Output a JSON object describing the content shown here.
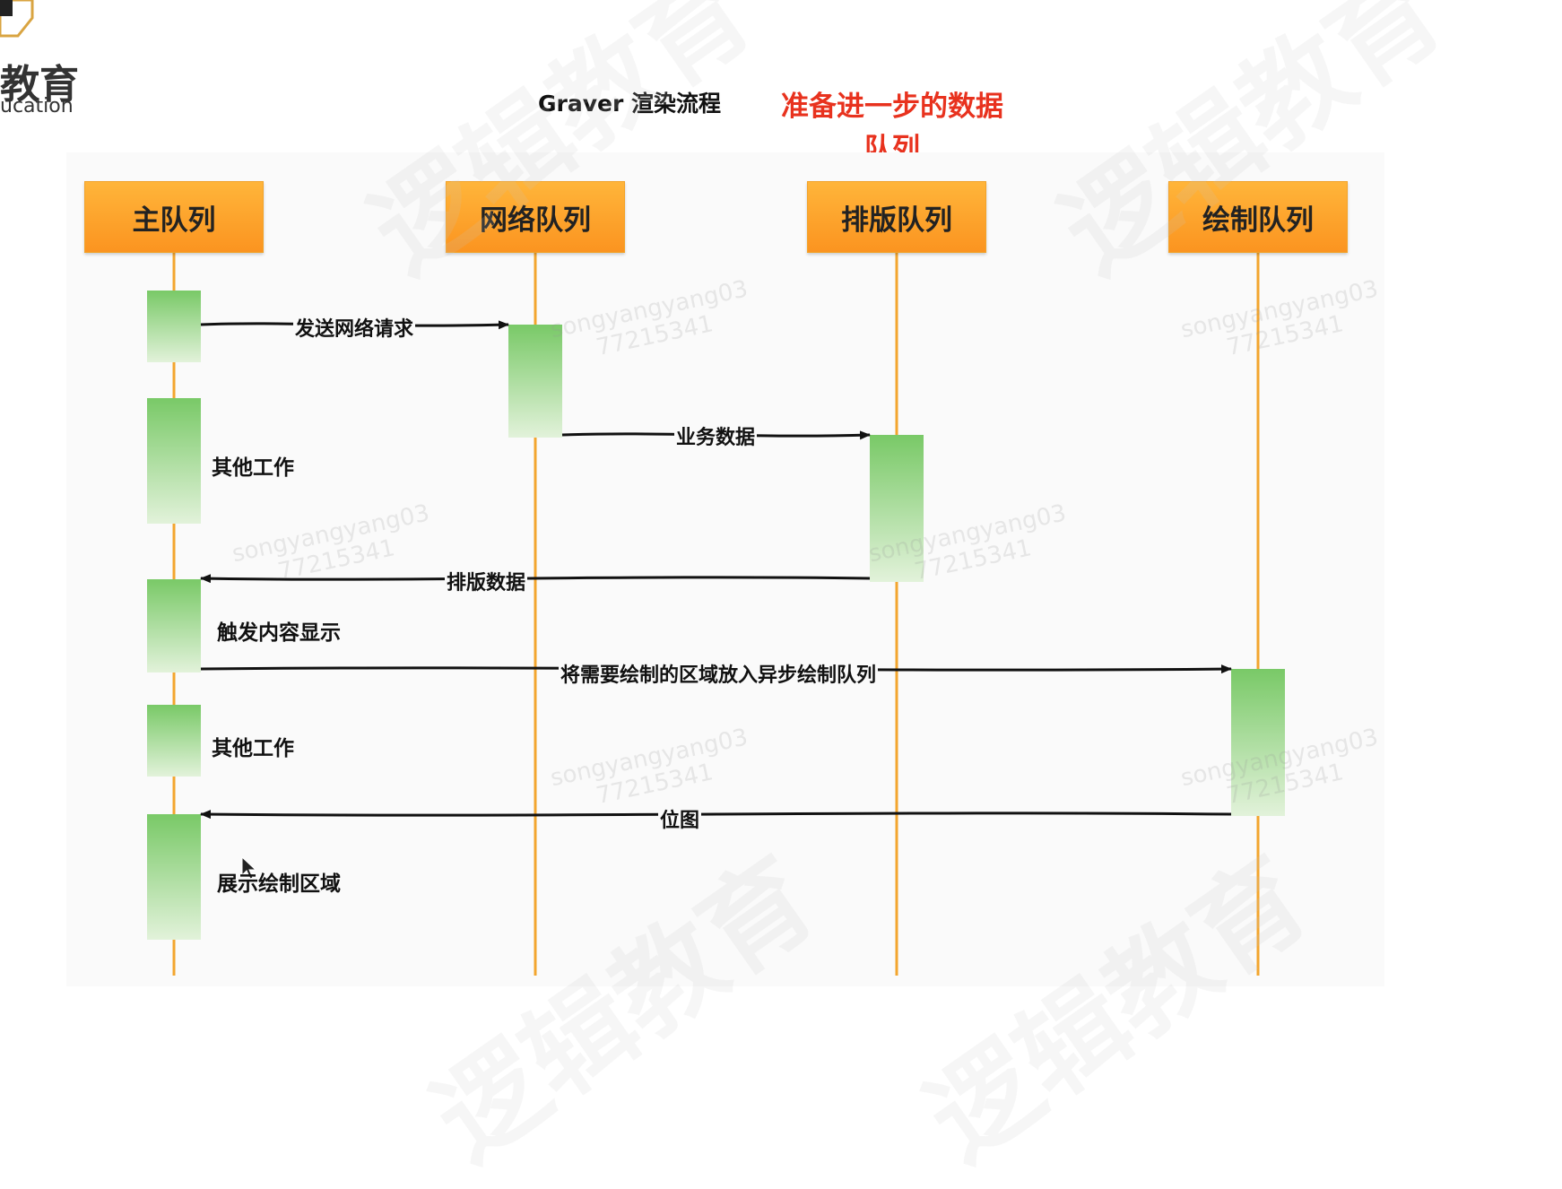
{
  "logo": {
    "text": "教育",
    "sub": "ucation"
  },
  "title": "Graver 渲染流程",
  "annotation": {
    "line1": "准备进一步的数据",
    "line2": "队列"
  },
  "lanes": [
    {
      "label": "主队列"
    },
    {
      "label": "网络队列"
    },
    {
      "label": "排版队列"
    },
    {
      "label": "绘制队列"
    }
  ],
  "messages": [
    {
      "label": "发送网络请求"
    },
    {
      "label": "业务数据"
    },
    {
      "label": "排版数据"
    },
    {
      "label": "将需要绘制的区域放入异步绘制队列"
    },
    {
      "label": "位图"
    }
  ],
  "activation_labels": [
    {
      "label": "其他工作"
    },
    {
      "label": "触发内容显示"
    },
    {
      "label": "其他工作"
    },
    {
      "label": "展示绘制区域"
    }
  ],
  "watermark": {
    "user": "songyangyang03",
    "id": "77215341",
    "brand": "逻辑教育"
  },
  "colors": {
    "header": "#fb9f2a",
    "lifeline": "#f3a52e",
    "activation": "#7dcc6c",
    "annotation": "#e8321e"
  }
}
